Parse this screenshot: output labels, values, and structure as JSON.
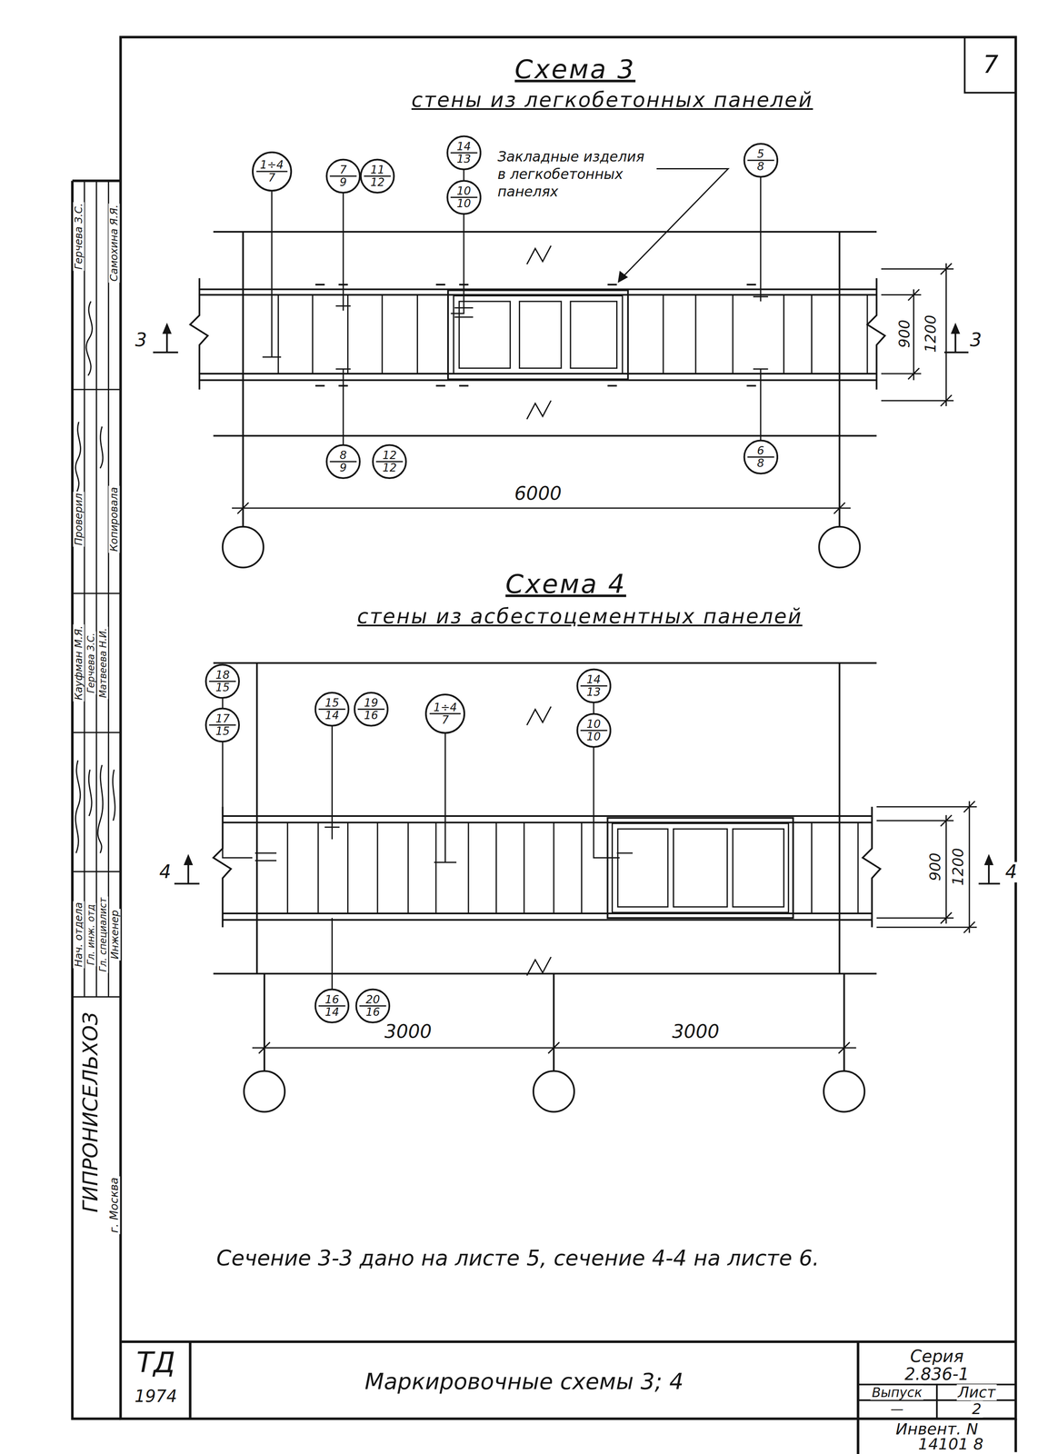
{
  "diagram": {
    "nodes": [
      {
        "text": [
          "1÷4",
          "7"
        ]
      },
      {
        "text": [
          "7",
          "9"
        ]
      },
      {
        "text": [
          "11",
          "12"
        ]
      },
      {
        "text": [
          "14",
          "13"
        ]
      },
      {
        "text": [
          "10",
          "10"
        ]
      },
      {
        "text": [
          "5",
          "8"
        ]
      },
      {
        "text": [
          "8",
          "9"
        ]
      },
      {
        "text": [
          "12",
          "12"
        ]
      },
      {
        "text": [
          "6",
          "8"
        ]
      },
      {
        "text": [
          "18",
          "15"
        ]
      },
      {
        "text": [
          "17",
          "15"
        ]
      },
      {
        "text": [
          "15",
          "14"
        ]
      },
      {
        "text": [
          "19",
          "16"
        ]
      },
      {
        "text": [
          "1÷4",
          "7"
        ]
      },
      {
        "text": [
          "14",
          "13"
        ]
      },
      {
        "text": [
          "10",
          "10"
        ]
      },
      {
        "text": [
          "16",
          "14"
        ]
      },
      {
        "text": [
          "20",
          "16"
        ]
      }
    ],
    "labels": [
      "7",
      "Схема 3",
      "стены из легкобетонных панелей",
      "Закладные изделия в легкобетонных панелях",
      "900",
      "1200",
      "3",
      "3",
      "6000",
      "Схема 4",
      "стены из асбестоцементных панелей",
      "900",
      "1200",
      "4",
      "4",
      "3000",
      "3000",
      "Сечение 3-3 дано на листе 5, сечение 4-4 на листе 6.",
      "ТД",
      "1974",
      "Маркировочные схемы 3; 4",
      "Серия",
      "2.836-1",
      "Выпуск",
      "Лист",
      "—",
      "2",
      "Инвент. N",
      "14101 8",
      "Герчева З.С.",
      "Самохина Я.Я.",
      "Проверил",
      "Копировала",
      "Кауфман М.Я.",
      "Герчева З.С.",
      "Матвеева Н.И.",
      "Нач. отдела",
      "Гл. инж. отд",
      "Гл. специалист",
      "Инженер",
      "ГИПРОНИСЕЛЬХОЗ",
      "г. Москва"
    ]
  }
}
